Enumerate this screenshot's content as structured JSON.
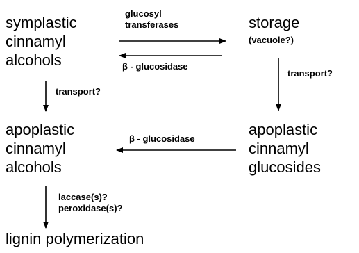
{
  "nodes": {
    "symplastic_alcohols": [
      "symplastic",
      "cinnamyl",
      "alcohols"
    ],
    "storage": "storage",
    "storage_note": "(vacuole?)",
    "apoplastic_alcohols": [
      "apoplastic",
      "cinnamyl",
      "alcohols"
    ],
    "apoplastic_glucosides": [
      "apoplastic",
      "cinnamyl",
      "glucosides"
    ],
    "lignin": "lignin polymerization"
  },
  "labels": {
    "glucosyl_transferases": [
      "glucosyl",
      "transferases"
    ],
    "beta_glucosidase_top": "β - glucosidase",
    "transport_left": "transport?",
    "transport_right": "transport?",
    "beta_glucosidase_mid": "β - glucosidase",
    "oxidases": [
      "laccase(s)?",
      "peroxidase(s)?"
    ]
  }
}
